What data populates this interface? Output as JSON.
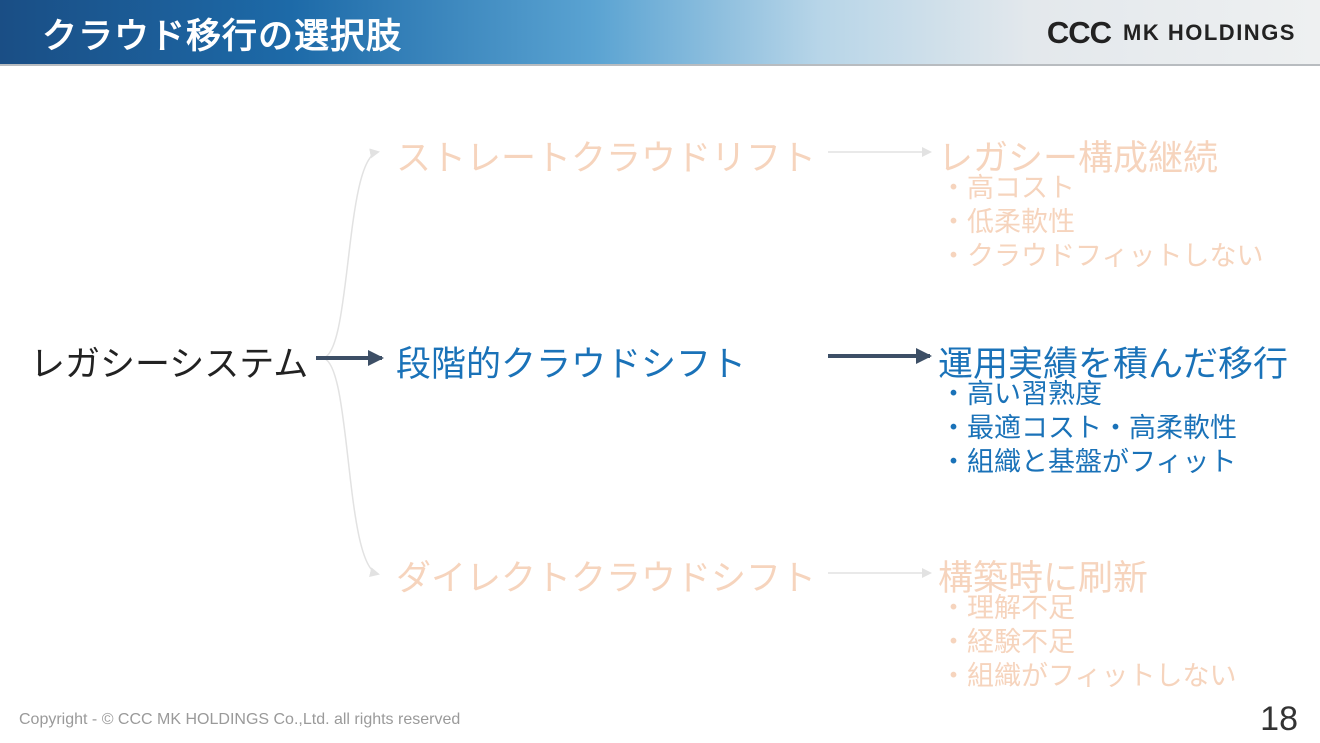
{
  "header": {
    "title": "クラウド移行の選択肢"
  },
  "logo": {
    "mark": "CCC",
    "text": "MK HOLDINGS"
  },
  "diagram": {
    "source": "レガシーシステム",
    "options": [
      {
        "label": "ストレートクラウドリフト",
        "result": "レガシー構成継続",
        "bullets": [
          "・高コスト",
          "・低柔軟性",
          "・クラウドフィットしない"
        ],
        "state": "faded"
      },
      {
        "label": "段階的クラウドシフト",
        "result": "運用実績を積んだ移行",
        "bullets": [
          "・高い習熟度",
          "・最適コスト・高柔軟性",
          "・組織と基盤がフィット"
        ],
        "state": "highlighted"
      },
      {
        "label": "ダイレクトクラウドシフト",
        "result": "構築時に刷新",
        "bullets": [
          "・理解不足",
          "・経験不足",
          "・組織がフィットしない"
        ],
        "state": "faded"
      }
    ],
    "colors": {
      "faded_text": "#f6d4bd",
      "highlight_text": "#1a72b8",
      "main_arrow": "#3d4f66",
      "faded_arrow": "#e2e2e2"
    }
  },
  "footer": {
    "copyright": "Copyright - © CCC MK HOLDINGS Co.,Ltd. all rights reserved",
    "page_number": "18"
  }
}
